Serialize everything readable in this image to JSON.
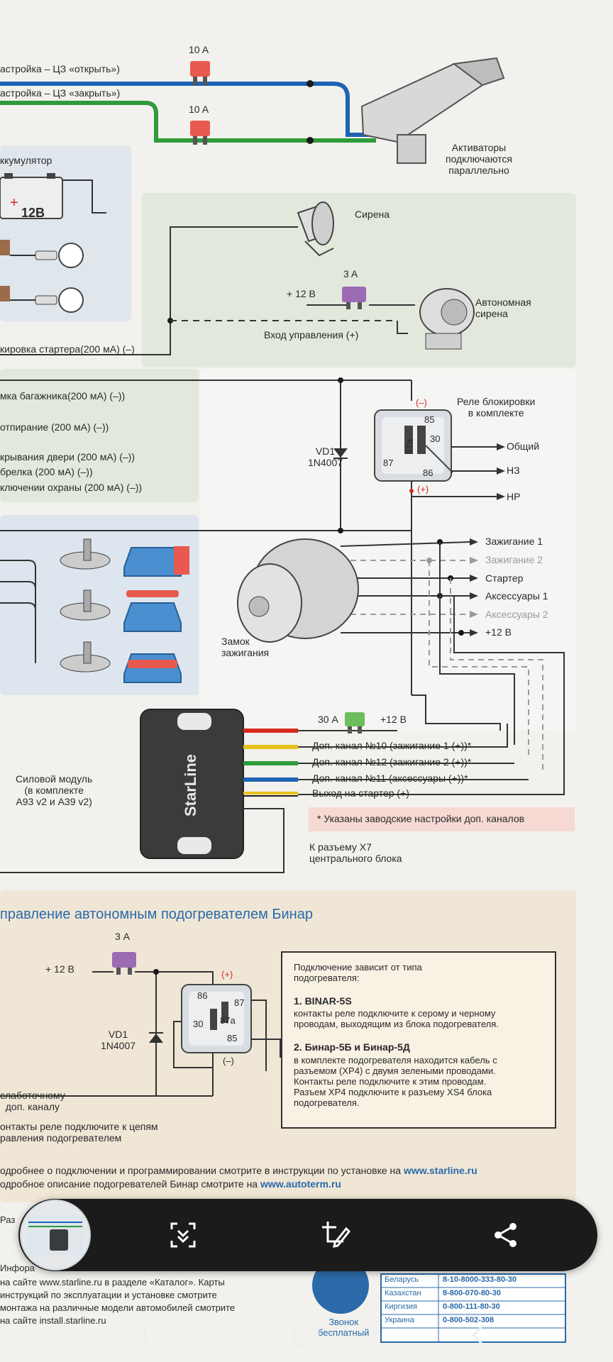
{
  "diagram": {
    "door_lock": {
      "fuse_top": "10 A",
      "fuse_bottom": "10 A",
      "wire_open": "астройка – ЦЗ «открыть»)",
      "wire_close": "астройка – ЦЗ «закрыть»)",
      "actuators_note": "Активаторы\nподключаются\nпараллельно"
    },
    "battery": {
      "title": "ккумулятор",
      "voltage": "12В"
    },
    "siren": {
      "siren_label": "Сирена",
      "fuse": "3 A",
      "plus12": "+ 12 В",
      "autonomous_siren": "Автономная\nсирена",
      "control_input": "Вход управления (+)"
    },
    "left_outputs": {
      "starter_block": "кировка стартера(200 мА) (–)",
      "trunk": "мка багажника(200 мА) (–))",
      "unlock": "отпирание (200 мА) (–))",
      "door_open": "крывания двери (200 мА) (–))",
      "keyfob": "брелка (200 мА) (–))",
      "guard_on": "ключении охраны (200 мА) (–))"
    },
    "relay": {
      "title": "Реле блокировки\nв комплекте",
      "minus": "(–)",
      "plus": "(+)",
      "pin85": "85",
      "pin30": "30",
      "pin87a": "87a",
      "pin87": "87",
      "pin86": "86",
      "out_common": "Общий",
      "out_nc": "НЗ",
      "out_no": "НР",
      "diode": "VD1\n1N4007"
    },
    "ignition": {
      "lock_label": "Замок\nзажигания",
      "ign1": "Зажигание 1",
      "ign2": "Зажигание 2",
      "starter": "Стартер",
      "acc1": "Аксессуары 1",
      "acc2": "Аксессуары 2",
      "plus12": "+12 В"
    },
    "power_module": {
      "label": "Силовой модуль\n(в комплекте\nА93 v2 и А39 v2)",
      "brand": "StarLine",
      "fuse": "30 А",
      "plus12": "+12 В",
      "ch10": "Доп. канал №10 (зажигание 1 (+))*",
      "ch12": "Доп. канал №12 (зажигание 2 (+))*",
      "ch11": "Доп. канал №11 (аксессуары (+))*",
      "starter_out": "Выход на стартер (+)",
      "factory_note": "* Указаны заводские настройки доп. каналов",
      "x7": "К разъему Х7\nцентрального блока"
    },
    "binar": {
      "title": "правление автономным подогревателем Бинар",
      "fuse": "3 А",
      "plus12": "+ 12 В",
      "plus": "(+)",
      "minus": "(–)",
      "pin86": "86",
      "pin87": "87",
      "pin30": "30",
      "pin87a": "87a",
      "pin85": "85",
      "diode": "VD1\n1N4007",
      "lowcurrent": "слаботочному\nдоп. каналу",
      "relay_note": "онтакты реле подключите к цепям\nравления подогревателем",
      "box_intro": "Подключение зависит от типа\nподогревателя:",
      "box_h1": "1. BINAR-5S",
      "box_p1": "контакты реле подключите к серому и черному\nпроводам, выходящим из блока подогревателя.",
      "box_h2": "2. Бинар-5Б и Бинар-5Д",
      "box_p2": "в комплекте подогревателя находится кабель с\nразъемом (ХР4) с двумя зелеными проводами.\nКонтакты реле подключите к этим проводам.\nРазъем ХР4 подключите к разъему XS4 блока\nподогревателя."
    },
    "footer": {
      "line1_prefix": "одробнее о подключении и программировании смотрите в инструкции по установке на ",
      "line1_link": "www.starline.ru",
      "line2_prefix": "одробное описание подогревателей Бинар смотрите на ",
      "line2_link": "www.autoterm.ru",
      "info1": "Раз",
      "info2": "на сайте www.starline.ru в разделе «Каталог». Карты",
      "info3": "инструкций по эксплуатации и установке смотрите",
      "info4": "монтажа на различные модели автомобилей смотрите",
      "info5": "на сайте install.starline.ru",
      "info_head": "Инфора",
      "free_call": "Звонок\nбесплатный",
      "countries": [
        "Беларусь",
        "Казахстан",
        "Киргизия",
        "Украина"
      ],
      "phones": [
        "8-10-8000-333-80-30",
        "8-800-070-80-30",
        "0-800-111-80-30",
        "0-800-502-308"
      ]
    }
  },
  "overlay": {
    "thumbnail_icon": "thumbnail-icon",
    "buttons": [
      "scan-text-icon",
      "crop-edit-icon",
      "share-icon"
    ]
  },
  "navbar": {
    "buttons": [
      "recent-apps-icon",
      "home-icon",
      "back-icon"
    ]
  },
  "colors": {
    "blue_wire": "#1f63b3",
    "green_wire": "#2e9b3a",
    "red_wire": "#d62a1e",
    "yellow_wire": "#e6c21a",
    "panel_blue": "#dde6ee",
    "panel_green": "#e3e8dc",
    "panel_beige": "#efe6d6",
    "fuse_red": "#e85a4f",
    "fuse_purple": "#9c6bb3",
    "fuse_green": "#6cbd5e"
  }
}
